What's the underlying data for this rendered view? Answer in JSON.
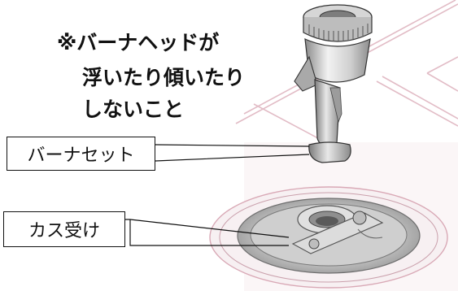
{
  "caution_note": {
    "line1": "※バーナヘッドが",
    "line2": "浮いたり傾いたり",
    "line3": "しないこと"
  },
  "labels": {
    "burner_set": "バーナセット",
    "gas_receiver": "カス受け"
  },
  "colors": {
    "line": "#111111",
    "frame_pink": "#e8c9d0",
    "metal_light": "#e6e6e6",
    "metal_mid": "#b9b9b9",
    "metal_dark": "#6e6e6e"
  }
}
